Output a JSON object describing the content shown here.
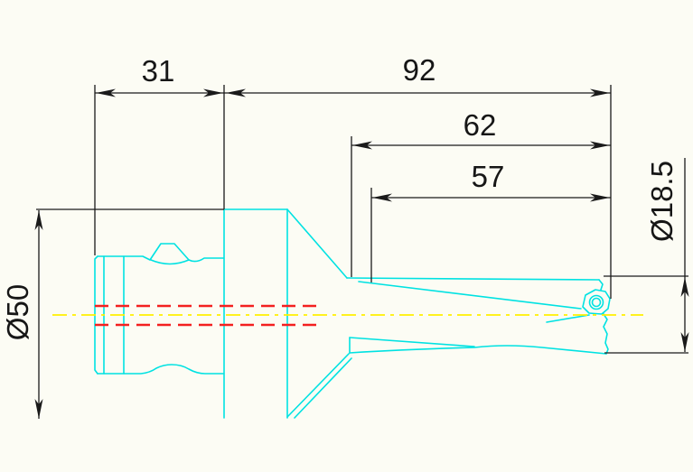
{
  "drawing": {
    "kind": "CAD dimensioned side view",
    "component": "indexable-insert drill with tool holder shank",
    "linear_dimensions": [
      {
        "id": "shank-length",
        "label": "31"
      },
      {
        "id": "overall-projection-length",
        "label": "92"
      },
      {
        "id": "body-length",
        "label": "62"
      },
      {
        "id": "flute-length",
        "label": "57"
      }
    ],
    "diameter_dimensions": [
      {
        "id": "shank-diameter",
        "label": "Ø50"
      },
      {
        "id": "drill-diameter",
        "label": "Ø18.5"
      }
    ],
    "colors": {
      "geometry": "#00e2e2",
      "centerline": "#ffef00",
      "hidden_lines": "#f32020",
      "dimensions": "#1a1a1a",
      "background": "#fcfcf4"
    }
  }
}
